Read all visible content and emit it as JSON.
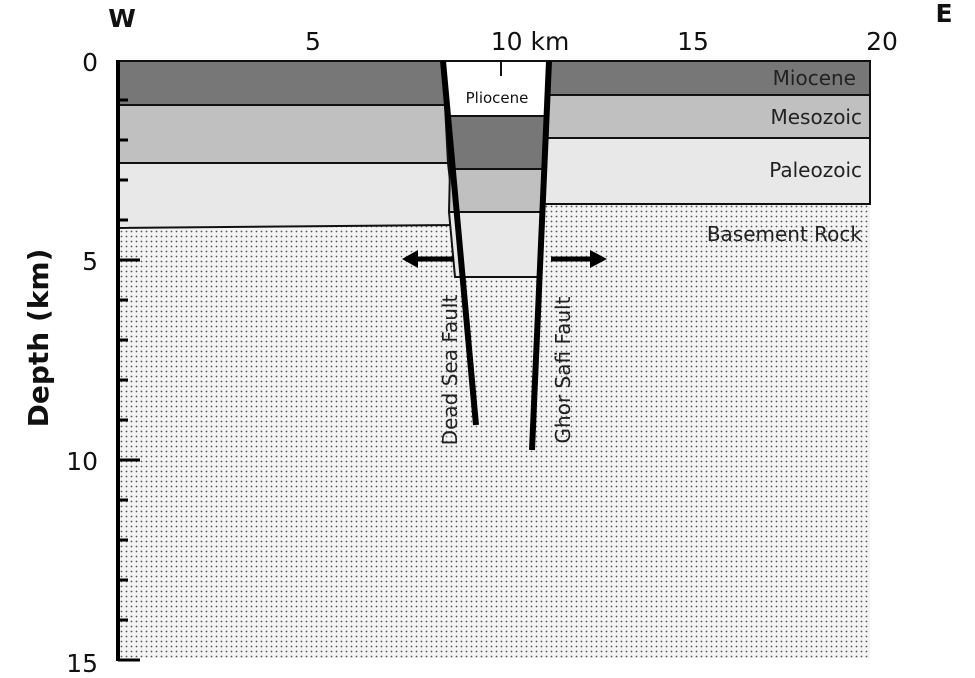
{
  "title_directions": {
    "west": "W",
    "east": "E"
  },
  "x_axis": {
    "ticks": [
      "5",
      "10 km",
      "15",
      "20"
    ]
  },
  "y_axis": {
    "label": "Depth (km)",
    "ticks": [
      "0",
      "5",
      "10",
      "15"
    ]
  },
  "layers": {
    "miocene": "Miocene",
    "mesozoic": "Mesozoic",
    "paleozoic": "Paleozoic",
    "basement": "Basement Rock",
    "pliocene": "Pliocene"
  },
  "faults": {
    "left": "Dead Sea Fault",
    "right": "Ghor Safi Fault"
  },
  "colors": {
    "miocene": "#777777",
    "mesozoic": "#c0c0c0",
    "paleozoic": "#e8e8e8",
    "pliocene": "#ffffff"
  }
}
